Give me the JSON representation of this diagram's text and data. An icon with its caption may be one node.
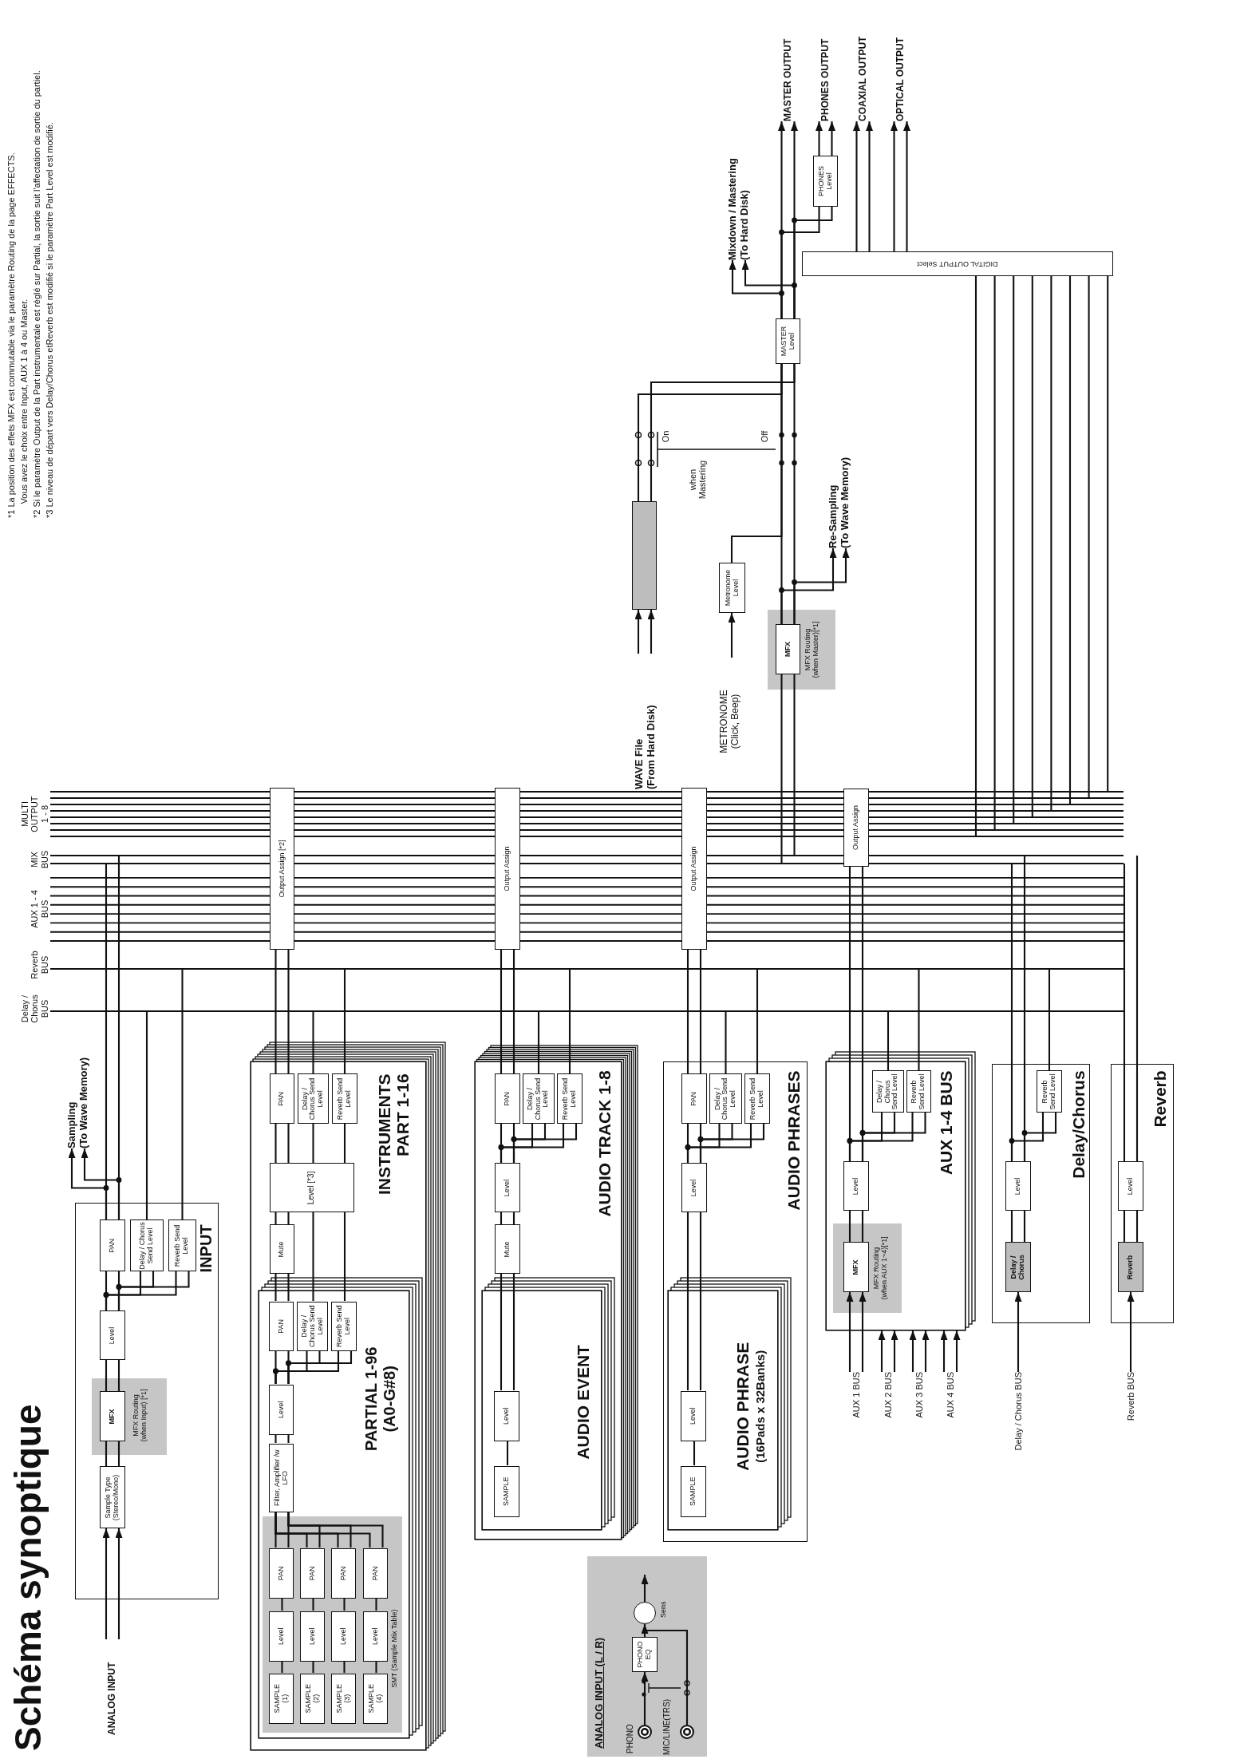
{
  "diagram": {
    "title": "Schéma synoptique",
    "nodes": [
      {
        "text": [
          "INPUT"
        ]
      },
      {
        "text": [
          "Sample Type (Stereo/Mono)"
        ],
        "in": 0
      },
      {
        "text": [
          "MFX Routing (when Input) [*1]"
        ],
        "in": 0
      },
      {
        "text": [
          "MFX"
        ],
        "in": 2
      },
      {
        "text": [
          "Level"
        ],
        "in": 0
      },
      {
        "text": [
          "PAN"
        ],
        "in": 0
      },
      {
        "text": [
          "Delay / Chorus Send Level"
        ],
        "in": 0
      },
      {
        "text": [
          "Reverb Send Level"
        ],
        "in": 0
      },
      {
        "text": [
          "INSTRUMENTS PART 1-16"
        ]
      },
      {
        "text": [
          "PAN"
        ],
        "in": 8
      },
      {
        "text": [
          "Delay / Chorus Send Level"
        ],
        "in": 8
      },
      {
        "text": [
          "Reverb Send Level"
        ],
        "in": 8
      },
      {
        "text": [
          "Level [*3]"
        ],
        "in": 8
      },
      {
        "text": [
          "Mute"
        ],
        "in": 8
      },
      {
        "text": [
          "PARTIAL 1-96 (A0-G#8)"
        ],
        "in": 8
      },
      {
        "text": [
          "PAN"
        ],
        "in": 14
      },
      {
        "text": [
          "Delay / Chorus Send Level"
        ],
        "in": 14
      },
      {
        "text": [
          "Reverb Send Level"
        ],
        "in": 14
      },
      {
        "text": [
          "Level"
        ],
        "in": 14
      },
      {
        "text": [
          "Filter, Amplifier /w LFO"
        ],
        "in": 14
      },
      {
        "text": [
          "SMT (Sample Mix Table)"
        ],
        "in": 14
      },
      {
        "text": [
          "PAN"
        ],
        "in": 20
      },
      {
        "text": [
          "PAN"
        ],
        "in": 20
      },
      {
        "text": [
          "PAN"
        ],
        "in": 20
      },
      {
        "text": [
          "PAN"
        ],
        "in": 20
      },
      {
        "text": [
          "Level"
        ],
        "in": 20
      },
      {
        "text": [
          "Level"
        ],
        "in": 20
      },
      {
        "text": [
          "Level"
        ],
        "in": 20
      },
      {
        "text": [
          "Level"
        ],
        "in": 20
      },
      {
        "text": [
          "SAMPLE (1)"
        ],
        "in": 20
      },
      {
        "text": [
          "SAMPLE (2)"
        ],
        "in": 20
      },
      {
        "text": [
          "SAMPLE (3)"
        ],
        "in": 20
      },
      {
        "text": [
          "SAMPLE (4)"
        ],
        "in": 20
      },
      {
        "text": [
          "Output Assign [*2]"
        ]
      },
      {
        "text": [
          "AUDIO TRACK 1-8"
        ]
      },
      {
        "text": [
          "PAN"
        ],
        "in": 34
      },
      {
        "text": [
          "Delay / Chorus Send Level"
        ],
        "in": 34
      },
      {
        "text": [
          "Reverb Send Level"
        ],
        "in": 34
      },
      {
        "text": [
          "Level"
        ],
        "in": 34
      },
      {
        "text": [
          "Mute"
        ],
        "in": 34
      },
      {
        "text": [
          "AUDIO EVENT"
        ],
        "in": 34
      },
      {
        "text": [
          "Level"
        ],
        "in": 40
      },
      {
        "text": [
          "SAMPLE"
        ],
        "in": 40
      },
      {
        "text": [
          "Output Assign"
        ]
      },
      {
        "text": [
          "AUDIO PHRASES"
        ]
      },
      {
        "text": [
          "PAN"
        ],
        "in": 44
      },
      {
        "text": [
          "Delay / Chorus Send Level"
        ],
        "in": 44
      },
      {
        "text": [
          "Reverb Send Level"
        ],
        "in": 44
      },
      {
        "text": [
          "Level"
        ],
        "in": 44
      },
      {
        "text": [
          "AUDIO PHRASE",
          "(16Pads x 32Banks)"
        ],
        "in": 44
      },
      {
        "text": [
          "Level"
        ],
        "in": 49
      },
      {
        "text": [
          "SAMPLE"
        ],
        "in": 49
      },
      {
        "text": [
          "Output Assign"
        ]
      },
      {
        "text": [
          "AUX 1-4 BUS"
        ]
      },
      {
        "text": [
          "Delay / Chorus Send Level"
        ],
        "in": 53
      },
      {
        "text": [
          "Reverb Send Level"
        ],
        "in": 53
      },
      {
        "text": [
          "Level"
        ],
        "in": 53
      },
      {
        "text": [
          "MFX Routing (when AUX 1~4)[*1]"
        ],
        "in": 53
      },
      {
        "text": [
          "MFX"
        ],
        "in": 57
      },
      {
        "text": [
          "Output Assign"
        ]
      },
      {
        "text": [
          "Delay/Chorus"
        ]
      },
      {
        "text": [
          "Reverb Send Level"
        ],
        "in": 60
      },
      {
        "text": [
          "Level"
        ],
        "in": 60
      },
      {
        "text": [
          "Delay / Chorus"
        ],
        "in": 60
      },
      {
        "text": [
          "Reverb"
        ]
      },
      {
        "text": [
          "Level"
        ],
        "in": 64
      },
      {
        "text": [
          "Reverb"
        ],
        "in": 64
      },
      {
        "text": [
          "MFX Routing (when Master)[*1]"
        ]
      },
      {
        "text": [
          "MFX"
        ],
        "in": 67
      },
      {
        "text": [],
        "shape": "box"
      },
      {
        "text": [
          "Metronome Level"
        ]
      },
      {
        "text": [
          "MASTER Level"
        ]
      },
      {
        "text": [
          "DIGITAL OUTPUT Select"
        ]
      },
      {
        "text": [
          "PHONES Level"
        ]
      },
      {
        "text": [
          "ANALOG INPUT (L / R)"
        ]
      },
      {
        "text": [
          "PHONO EQ"
        ],
        "in": 74
      },
      {
        "text": [],
        "shape": "circle",
        "in": 74,
        "beside": [
          "Sens"
        ]
      },
      {
        "text": [
          "ANALOG INPUT"
        ]
      },
      {
        "text": [
          "Sampling (To Wave Memory)"
        ]
      },
      {
        "text": [
          "WAVE File (From Hard Disk)"
        ]
      },
      {
        "text": [
          "METRONOME (Click, Beep)"
        ]
      },
      {
        "text": [
          "Re-Sampling (To Wave Memory)"
        ]
      },
      {
        "text": [
          "Mixdown / Mastering (To Hard Disk)"
        ]
      },
      {
        "text": [
          "MASTER OUTPUT"
        ]
      },
      {
        "text": [
          "PHONES OUTPUT"
        ]
      },
      {
        "text": [
          "COAXIAL OUTPUT"
        ]
      },
      {
        "text": [
          "OPTICAL OUTPUT"
        ]
      },
      {
        "text": [
          "AUX 1 BUS"
        ]
      },
      {
        "text": [
          "AUX 2 BUS"
        ]
      },
      {
        "text": [
          "AUX 3 BUS"
        ]
      },
      {
        "text": [
          "AUX 4 BUS"
        ]
      },
      {
        "text": [
          "Delay / Chorus BUS"
        ]
      },
      {
        "text": [
          "Reverb BUS"
        ]
      },
      {
        "text": [],
        "shape": "circle",
        "in": 74,
        "beside": [
          "PHONO"
        ]
      },
      {
        "text": [],
        "shape": "circle",
        "in": 74,
        "beside": [
          "MIC/LINE(TRS)"
        ]
      }
    ],
    "edges": [
      {
        "from": 77,
        "to": 1,
        "arrow": "to"
      },
      {
        "from": 77,
        "to": 1,
        "arrow": "to"
      },
      {
        "from": 1,
        "to": 3,
        "arrow": "none"
      },
      {
        "from": 1,
        "to": 3,
        "arrow": "none"
      },
      {
        "from": 3,
        "to": 4,
        "arrow": "none"
      },
      {
        "from": 3,
        "to": 4,
        "arrow": "none"
      },
      {
        "from": 4,
        "to": 5,
        "arrow": "none"
      },
      {
        "from": 4,
        "to": 5,
        "arrow": "none"
      },
      {
        "from": 4,
        "to": 6,
        "arrow": "none"
      },
      {
        "from": 4,
        "to": 6,
        "arrow": "none"
      },
      {
        "from": 4,
        "to": 7,
        "arrow": "none"
      },
      {
        "from": 4,
        "to": 7,
        "arrow": "none"
      },
      {
        "from": 5,
        "to": null,
        "arrow": "none"
      },
      {
        "from": 5,
        "to": null,
        "arrow": "none"
      },
      {
        "from": 6,
        "to": null,
        "arrow": "none"
      },
      {
        "from": 7,
        "to": null,
        "arrow": "none"
      },
      {
        "from": 5,
        "to": 78,
        "arrow": "to"
      },
      {
        "from": 5,
        "to": 78,
        "arrow": "to"
      },
      {
        "from": 29,
        "to": 25,
        "arrow": "none"
      },
      {
        "from": 30,
        "to": 26,
        "arrow": "none"
      },
      {
        "from": 31,
        "to": 27,
        "arrow": "none"
      },
      {
        "from": 32,
        "to": 28,
        "arrow": "none"
      },
      {
        "from": 25,
        "to": 21,
        "arrow": "none"
      },
      {
        "from": 26,
        "to": 22,
        "arrow": "none"
      },
      {
        "from": 27,
        "to": 23,
        "arrow": "none"
      },
      {
        "from": 28,
        "to": 24,
        "arrow": "none"
      },
      {
        "from": 21,
        "to": 19,
        "arrow": "none"
      },
      {
        "from": 21,
        "to": 19,
        "arrow": "none"
      },
      {
        "from": 22,
        "to": 19,
        "arrow": "none"
      },
      {
        "from": 22,
        "to": 19,
        "arrow": "none"
      },
      {
        "from": 23,
        "to": 19,
        "arrow": "none"
      },
      {
        "from": 23,
        "to": 19,
        "arrow": "none"
      },
      {
        "from": 24,
        "to": 19,
        "arrow": "none"
      },
      {
        "from": 24,
        "to": 19,
        "arrow": "none"
      },
      {
        "from": 19,
        "to": 18,
        "arrow": "none"
      },
      {
        "from": 19,
        "to": 18,
        "arrow": "none"
      },
      {
        "from": 18,
        "to": 15,
        "arrow": "none"
      },
      {
        "from": 18,
        "to": 15,
        "arrow": "none"
      },
      {
        "from": 18,
        "to": 16,
        "arrow": "none"
      },
      {
        "from": 18,
        "to": 16,
        "arrow": "none"
      },
      {
        "from": 18,
        "to": 17,
        "arrow": "none"
      },
      {
        "from": 18,
        "to": 17,
        "arrow": "none"
      },
      {
        "from": 15,
        "to": 13,
        "arrow": "none"
      },
      {
        "from": 15,
        "to": 13,
        "arrow": "none"
      },
      {
        "from": 16,
        "to": 12,
        "arrow": "none"
      },
      {
        "from": 17,
        "to": 12,
        "arrow": "none"
      },
      {
        "from": 13,
        "to": 12,
        "arrow": "none"
      },
      {
        "from": 13,
        "to": 12,
        "arrow": "none"
      },
      {
        "from": 12,
        "to": 9,
        "arrow": "none"
      },
      {
        "from": 12,
        "to": 9,
        "arrow": "none"
      },
      {
        "from": 12,
        "to": 10,
        "arrow": "none"
      },
      {
        "from": 12,
        "to": 11,
        "arrow": "none"
      },
      {
        "from": 9,
        "to": 33,
        "arrow": "none"
      },
      {
        "from": 9,
        "to": 33,
        "arrow": "none"
      },
      {
        "from": 10,
        "to": null,
        "arrow": "none"
      },
      {
        "from": 11,
        "to": null,
        "arrow": "none"
      },
      {
        "from": 42,
        "to": 41,
        "arrow": "none"
      },
      {
        "from": 41,
        "to": 39,
        "arrow": "none"
      },
      {
        "from": 41,
        "to": 39,
        "arrow": "none"
      },
      {
        "from": 39,
        "to": 38,
        "arrow": "none"
      },
      {
        "from": 39,
        "to": 38,
        "arrow": "none"
      },
      {
        "from": 38,
        "to": 35,
        "arrow": "none"
      },
      {
        "from": 38,
        "to": 35,
        "arrow": "none"
      },
      {
        "from": 38,
        "to": 36,
        "arrow": "none"
      },
      {
        "from": 38,
        "to": 36,
        "arrow": "none"
      },
      {
        "from": 38,
        "to": 37,
        "arrow": "none"
      },
      {
        "from": 38,
        "to": 37,
        "arrow": "none"
      },
      {
        "from": 35,
        "to": 43,
        "arrow": "none"
      },
      {
        "from": 35,
        "to": 43,
        "arrow": "none"
      },
      {
        "from": 36,
        "to": null,
        "arrow": "none"
      },
      {
        "from": 37,
        "to": null,
        "arrow": "none"
      },
      {
        "from": 51,
        "to": 50,
        "arrow": "none"
      },
      {
        "from": 50,
        "to": 48,
        "arrow": "none"
      },
      {
        "from": 50,
        "to": 48,
        "arrow": "none"
      },
      {
        "from": 48,
        "to": 45,
        "arrow": "none"
      },
      {
        "from": 48,
        "to": 45,
        "arrow": "none"
      },
      {
        "from": 48,
        "to": 46,
        "arrow": "none"
      },
      {
        "from": 48,
        "to": 46,
        "arrow": "none"
      },
      {
        "from": 48,
        "to": 47,
        "arrow": "none"
      },
      {
        "from": 48,
        "to": 47,
        "arrow": "none"
      },
      {
        "from": 45,
        "to": 52,
        "arrow": "none"
      },
      {
        "from": 45,
        "to": 52,
        "arrow": "none"
      },
      {
        "from": 46,
        "to": null,
        "arrow": "none"
      },
      {
        "from": 47,
        "to": null,
        "arrow": "none"
      },
      {
        "from": 87,
        "to": 58,
        "arrow": "to"
      },
      {
        "from": 87,
        "to": 58,
        "arrow": "to"
      },
      {
        "from": 88,
        "to": 53,
        "arrow": "to"
      },
      {
        "from": 88,
        "to": 53,
        "arrow": "to"
      },
      {
        "from": 89,
        "to": 53,
        "arrow": "to"
      },
      {
        "from": 89,
        "to": 53,
        "arrow": "to"
      },
      {
        "from": 90,
        "to": 53,
        "arrow": "to"
      },
      {
        "from": 90,
        "to": 53,
        "arrow": "to"
      },
      {
        "from": 58,
        "to": 56,
        "arrow": "none"
      },
      {
        "from": 58,
        "to": 56,
        "arrow": "none"
      },
      {
        "from": 56,
        "to": 54,
        "arrow": "none"
      },
      {
        "from": 56,
        "to": 54,
        "arrow": "none"
      },
      {
        "from": 56,
        "to": 55,
        "arrow": "none"
      },
      {
        "from": 56,
        "to": 55,
        "arrow": "none"
      },
      {
        "from": 56,
        "to": 59,
        "arrow": "none"
      },
      {
        "from": 56,
        "to": 59,
        "arrow": "none"
      },
      {
        "from": 54,
        "to": null,
        "arrow": "none"
      },
      {
        "from": 55,
        "to": null,
        "arrow": "none"
      },
      {
        "from": 91,
        "to": 63,
        "arrow": "to"
      },
      {
        "from": 63,
        "to": 62,
        "arrow": "none"
      },
      {
        "from": 63,
        "to": 62,
        "arrow": "none"
      },
      {
        "from": 62,
        "to": 61,
        "arrow": "none"
      },
      {
        "from": 62,
        "to": 61,
        "arrow": "none"
      },
      {
        "from": 62,
        "to": null,
        "arrow": "none"
      },
      {
        "from": 62,
        "to": null,
        "arrow": "none"
      },
      {
        "from": 61,
        "to": null,
        "arrow": "none"
      },
      {
        "from": 92,
        "to": 66,
        "arrow": "to"
      },
      {
        "from": 66,
        "to": 65,
        "arrow": "none"
      },
      {
        "from": 66,
        "to": 65,
        "arrow": "none"
      },
      {
        "from": 65,
        "to": null,
        "arrow": "none"
      },
      {
        "from": 65,
        "to": null,
        "arrow": "none"
      },
      {
        "from": null,
        "to": 68,
        "arrow": "none"
      },
      {
        "from": null,
        "to": 68,
        "arrow": "none"
      },
      {
        "from": 68,
        "to": 81,
        "arrow": "to"
      },
      {
        "from": 68,
        "to": 81,
        "arrow": "to"
      },
      {
        "from": 68,
        "to": 71,
        "arrow": "none"
      },
      {
        "from": 68,
        "to": 71,
        "arrow": "none"
      },
      {
        "from": 80,
        "to": 70,
        "arrow": "to"
      },
      {
        "from": 70,
        "to": 71,
        "arrow": "none"
      },
      {
        "from": 79,
        "to": 69,
        "arrow": "to"
      },
      {
        "from": 79,
        "to": 69,
        "arrow": "to"
      },
      {
        "from": 69,
        "to": 71,
        "arrow": "none"
      },
      {
        "from": 69,
        "to": 71,
        "arrow": "none"
      },
      {
        "from": 71,
        "to": 82,
        "arrow": "to"
      },
      {
        "from": 71,
        "to": 82,
        "arrow": "to"
      },
      {
        "from": 71,
        "to": 83,
        "arrow": "to"
      },
      {
        "from": 71,
        "to": 83,
        "arrow": "to"
      },
      {
        "from": 71,
        "to": 73,
        "arrow": "none"
      },
      {
        "from": 71,
        "to": 73,
        "arrow": "none"
      },
      {
        "from": 73,
        "to": 84,
        "arrow": "to"
      },
      {
        "from": 73,
        "to": 84,
        "arrow": "to"
      },
      {
        "from": null,
        "to": 72,
        "arrow": "none"
      },
      {
        "from": null,
        "to": 72,
        "arrow": "none"
      },
      {
        "from": null,
        "to": 72,
        "arrow": "none"
      },
      {
        "from": null,
        "to": 72,
        "arrow": "none"
      },
      {
        "from": null,
        "to": 72,
        "arrow": "none"
      },
      {
        "from": null,
        "to": 72,
        "arrow": "none"
      },
      {
        "from": null,
        "to": 72,
        "arrow": "none"
      },
      {
        "from": null,
        "to": 72,
        "arrow": "none"
      },
      {
        "from": 72,
        "to": 85,
        "arrow": "to"
      },
      {
        "from": 72,
        "to": 85,
        "arrow": "to"
      },
      {
        "from": 72,
        "to": 86,
        "arrow": "to"
      },
      {
        "from": 72,
        "to": 86,
        "arrow": "to"
      },
      {
        "from": 93,
        "to": 75,
        "arrow": "to"
      },
      {
        "from": 94,
        "to": 76,
        "arrow": "to"
      },
      {
        "from": 75,
        "to": 76,
        "arrow": "none"
      },
      {
        "from": 76,
        "to": null,
        "arrow": "to"
      }
    ],
    "labels": [
      "MULTI OUTPUT 1 - 8",
      "MIX BUS",
      "AUX 1 - 4 BUS",
      "Reverb BUS",
      "Delay / Chorus BUS",
      "On",
      "Off",
      "when Mastering",
      "*1 La position des effets MFX est commutable via le paramètre Routing de la page EFFECTS. Vous avez le choix entre Input, AUX 1 à 4 ou Master.",
      "*2 Si le paramètre Output de la Part instrumentale est réglé sur Partial, la sortie suit l'affectation de sortie du partiel.",
      "*3 Le niveau de départ vers Delay/Chorus etReverb est modifié si le paramètre Part Level est modifié."
    ]
  }
}
